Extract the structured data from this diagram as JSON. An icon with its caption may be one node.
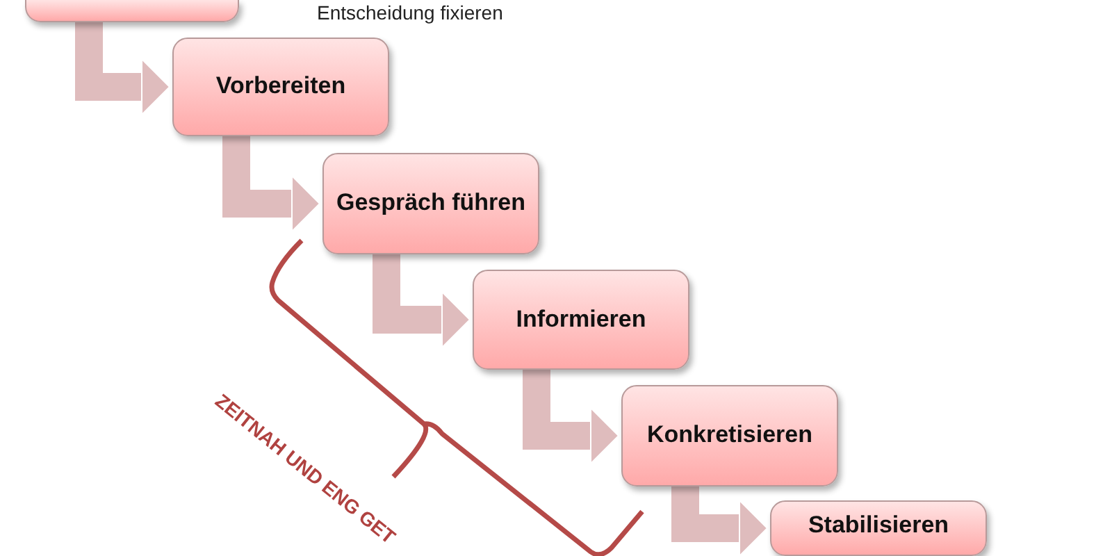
{
  "diagram": {
    "nodes": [
      {
        "text": [],
        "shape": "box"
      },
      {
        "text": [
          "Vorbereiten"
        ]
      },
      {
        "text": [
          "Gespräch führen"
        ]
      },
      {
        "text": [
          "Informieren"
        ]
      },
      {
        "text": [
          "Konkretisieren"
        ]
      },
      {
        "text": [
          "Stabilisieren"
        ]
      }
    ],
    "edges": [
      {
        "from": 0,
        "to": 1,
        "arrow": "to"
      },
      {
        "from": 1,
        "to": 2,
        "arrow": "to"
      },
      {
        "from": 2,
        "to": 3,
        "arrow": "to"
      },
      {
        "from": 3,
        "to": 4,
        "arrow": "to"
      },
      {
        "from": 4,
        "to": 5,
        "arrow": "to"
      }
    ],
    "labels": [
      "Entscheidung fixieren",
      "ZEITNAH UND ENG GET"
    ]
  }
}
